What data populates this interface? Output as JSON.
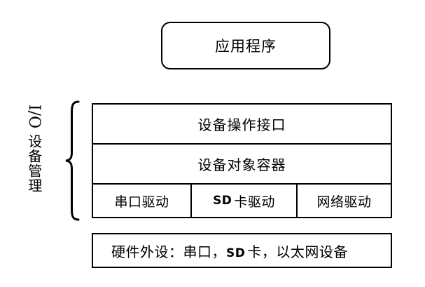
{
  "diagram": {
    "application": {
      "label": "应用程序"
    },
    "side_label": {
      "io_text": "I/O",
      "cn_text": "设备管理"
    },
    "layers": [
      {
        "label": "设备操作接口"
      },
      {
        "label": "设备对象容器"
      }
    ],
    "drivers": [
      {
        "label": "串口驱动"
      },
      {
        "prefix": "SD",
        "label": "卡驱动"
      },
      {
        "label": "网络驱动"
      }
    ],
    "hardware": {
      "prefix": "硬件外设：串口，",
      "sd": "SD",
      "suffix": "卡，以太网设备"
    },
    "colors": {
      "stroke": "#000000",
      "background": "#ffffff"
    }
  }
}
